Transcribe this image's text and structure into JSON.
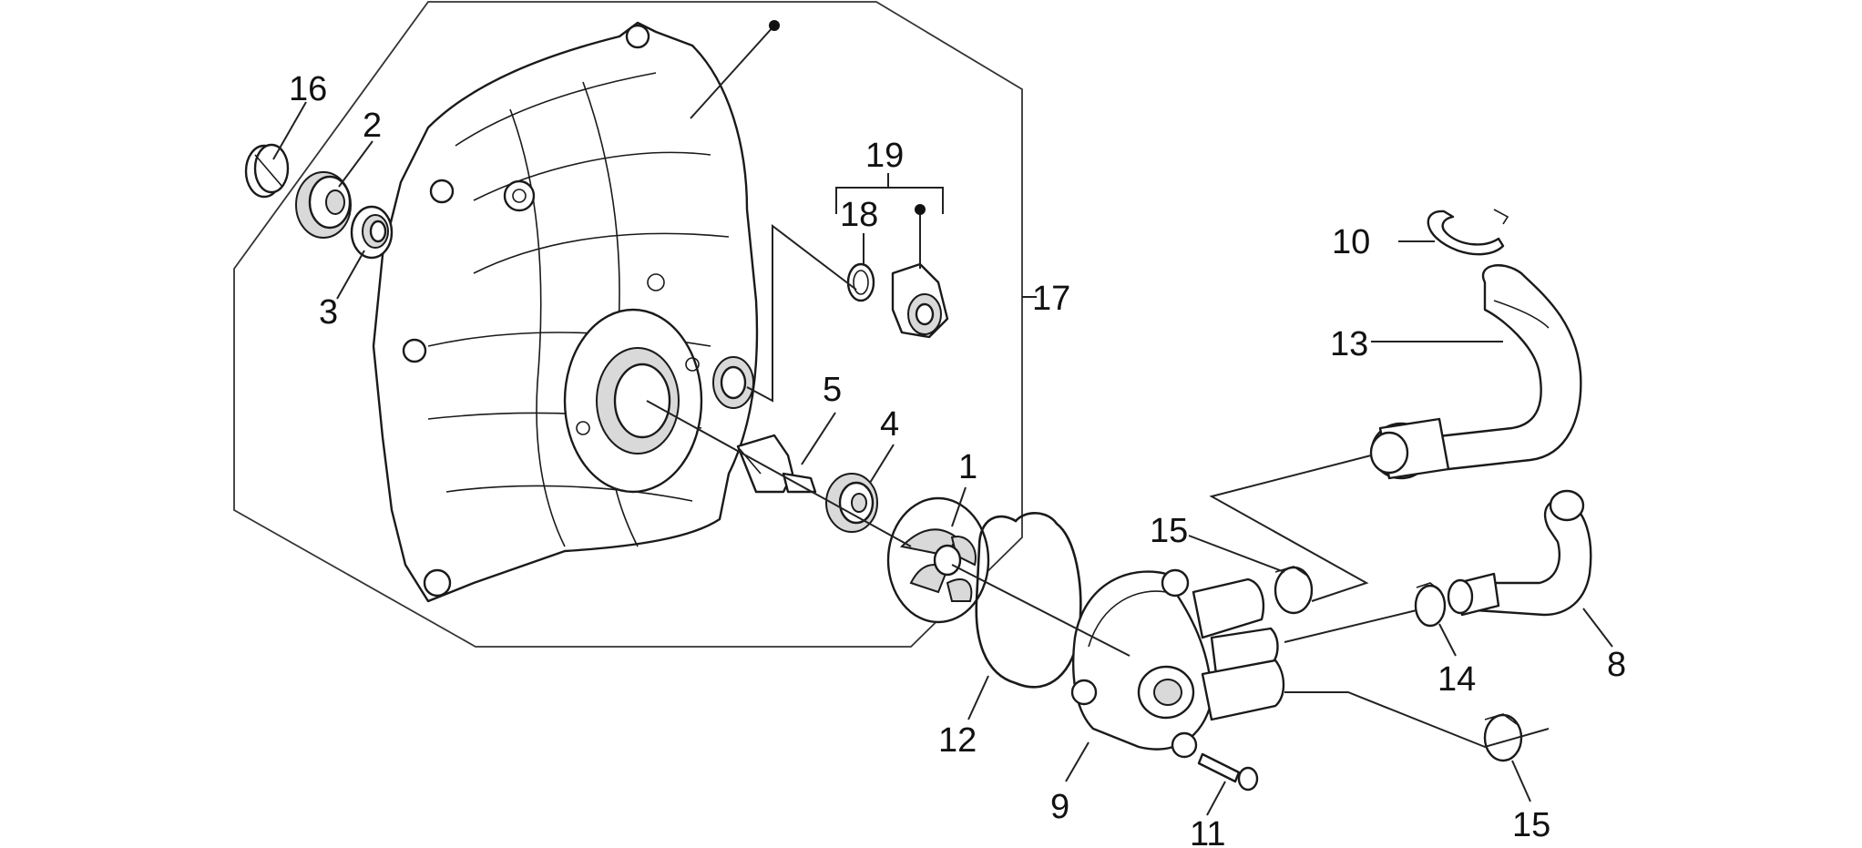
{
  "callouts": {
    "c1": "1",
    "c2": "2",
    "c3": "3",
    "c4": "4",
    "c5": "5",
    "c8": "8",
    "c9": "9",
    "c10": "10",
    "c11": "11",
    "c12": "12",
    "c13": "13",
    "c14": "14",
    "c15a": "15",
    "c15b": "15",
    "c16": "16",
    "c17": "17",
    "c18": "18",
    "c19": "19"
  },
  "colors": {
    "line": "#1a1a1a",
    "shade": "#d9d9d9",
    "background": "#ffffff"
  }
}
